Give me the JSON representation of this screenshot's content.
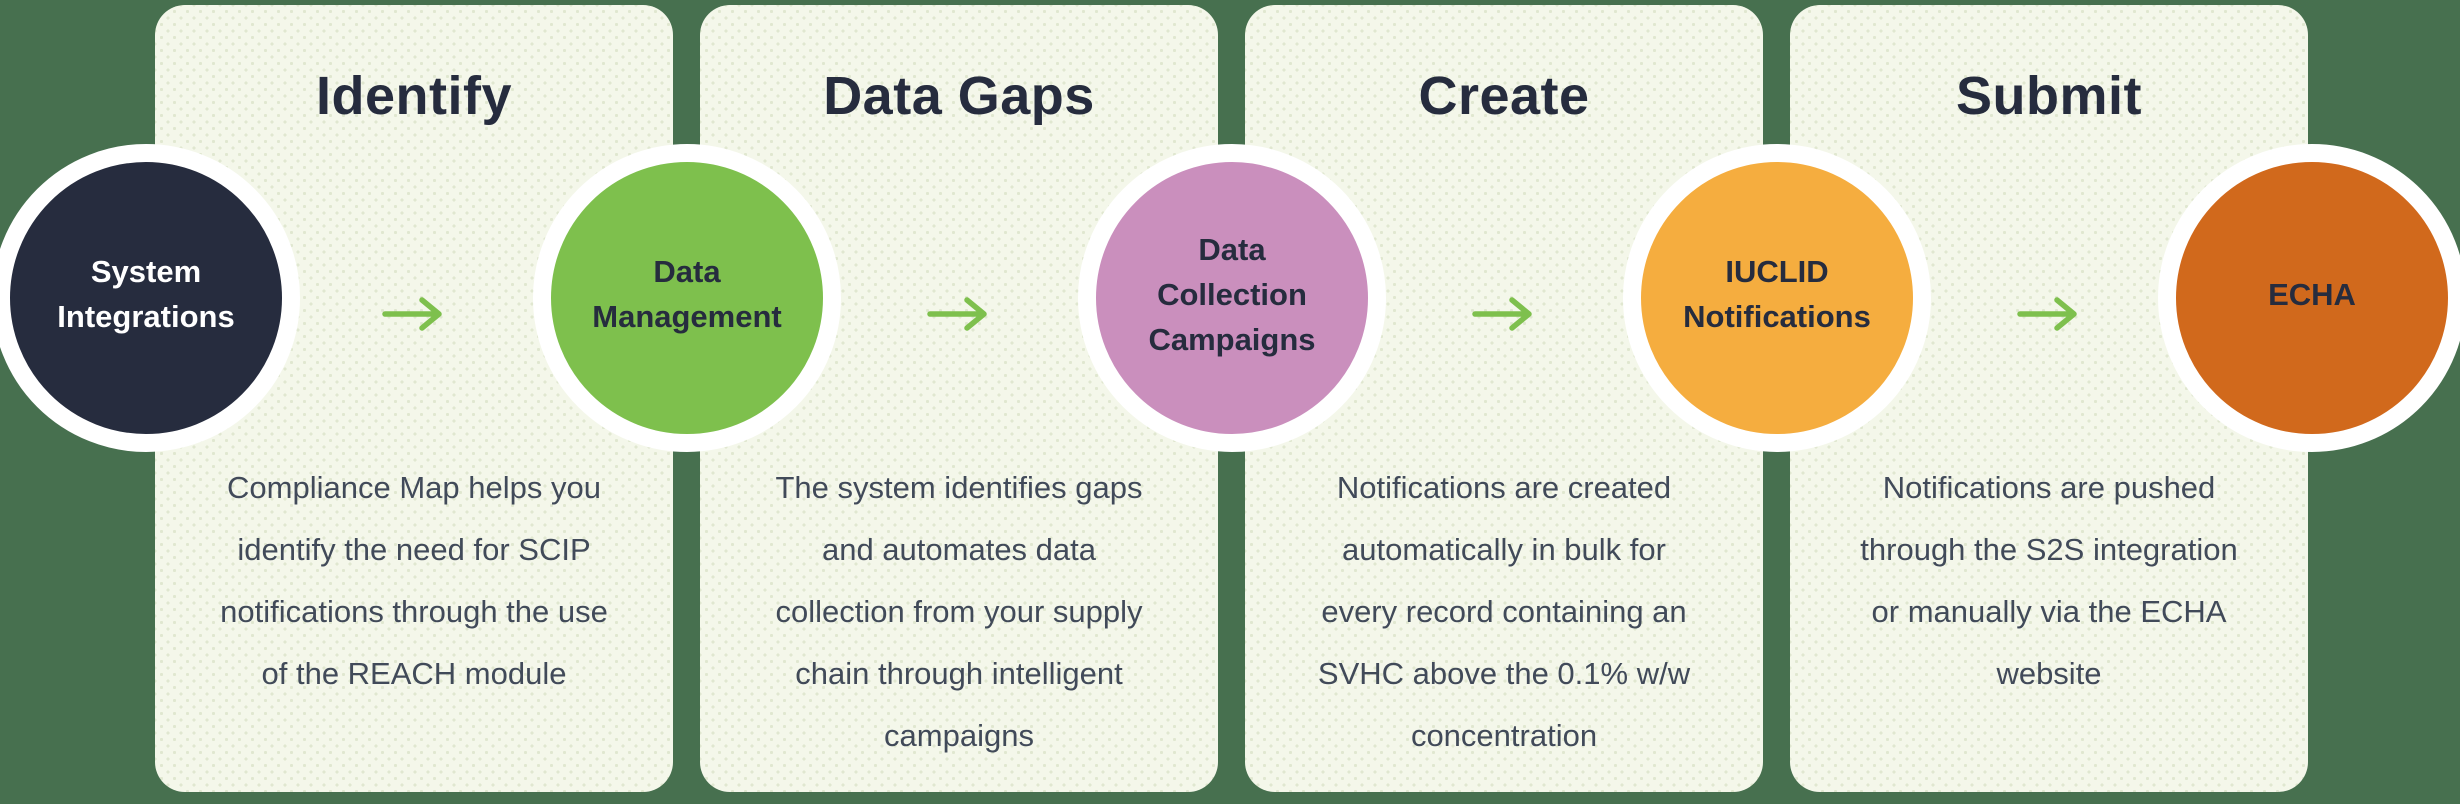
{
  "diagram": {
    "steps": [
      {
        "title": "Identify",
        "circle_label": "System\nIntegrations",
        "circle_color": "#262c3e",
        "circle_text_color": "#ffffff",
        "description": "Compliance Map helps you\nidentify the need for SCIP\nnotifications through the use\nof the REACH module"
      },
      {
        "title": "Data Gaps",
        "circle_label": "Data\nManagement",
        "circle_color": "#7ec04d",
        "circle_text_color": "#262c3e",
        "description": "The system identifies gaps\nand automates data\ncollection from your supply\nchain through intelligent\ncampaigns"
      },
      {
        "title": "Create",
        "circle_label": "Data\nCollection\nCampaigns",
        "circle_color": "#ca8fbd",
        "circle_text_color": "#262c3e",
        "description": "Notifications are created\nautomatically in bulk for\nevery record containing an\nSVHC above the 0.1% w/w\nconcentration"
      },
      {
        "title": "Submit",
        "circle_label": "IUCLID\nNotifications",
        "circle_color": "#f5ad3f",
        "circle_text_color": "#262c3e",
        "description": "Notifications are pushed\nthrough the S2S integration\nor manually via the ECHA\nwebsite"
      }
    ],
    "final_circle": {
      "label": "ECHA",
      "color": "#d1691c",
      "text_color": "#262c3e"
    },
    "arrow": {
      "glyph": "→",
      "color": "#7ec04d"
    },
    "palette": {
      "background": "#47704f",
      "card": "#f4f7ea",
      "card_dots": "#e0e7d0",
      "circle_ring": "#ffffff",
      "title_text": "#262c3e",
      "body_text": "#414a59"
    }
  }
}
